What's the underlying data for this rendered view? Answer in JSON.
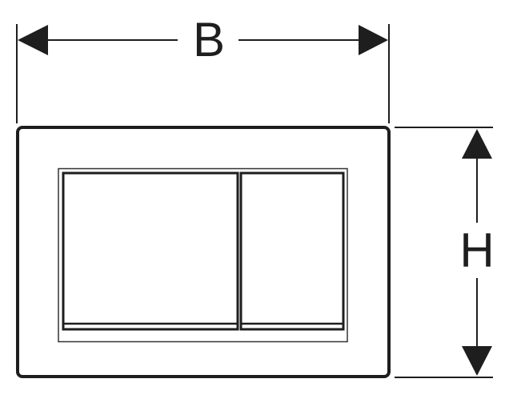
{
  "diagram": {
    "type": "flush-plate dimension drawing",
    "colors": {
      "line": "#1e1e1e",
      "background": "#ffffff"
    },
    "dimensions": {
      "width": {
        "label": "B",
        "orientation": "horizontal"
      },
      "height": {
        "label": "H",
        "orientation": "vertical"
      }
    },
    "components": {
      "outer_plate": "cover plate",
      "inner_frame": "button frame",
      "buttons": [
        "large flush button",
        "small flush button"
      ]
    }
  }
}
